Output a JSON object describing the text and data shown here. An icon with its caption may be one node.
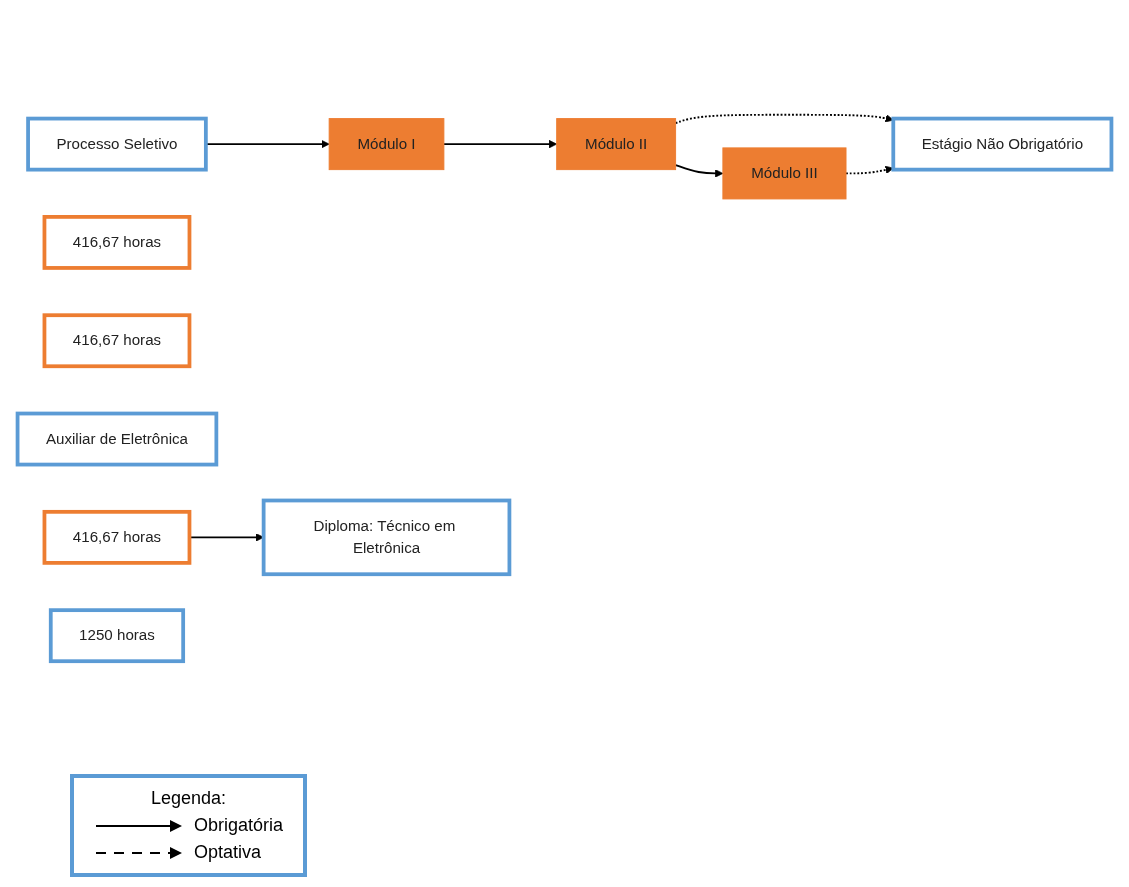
{
  "diagram": {
    "nodes": [
      {
        "text": [
          "Processo Seletivo"
        ]
      },
      {
        "text": [
          "Módulo I"
        ]
      },
      {
        "text": [
          "416,67 horas"
        ]
      },
      {
        "text": [
          "Módulo II"
        ]
      },
      {
        "text": [
          "416,67 horas"
        ]
      },
      {
        "text": [
          "Auxiliar de Eletrônica"
        ]
      },
      {
        "text": [
          "Estágio Não Obrigatório"
        ]
      },
      {
        "text": [
          "Módulo III"
        ]
      },
      {
        "text": [
          "416,67 horas"
        ]
      },
      {
        "text": [
          "Diploma: Técnico em Eletrônica"
        ]
      },
      {
        "text": [
          "1250 horas"
        ]
      }
    ],
    "edges": [
      {
        "from": 0,
        "to": 1,
        "arrow": "to"
      },
      {
        "from": 1,
        "to": 3,
        "arrow": "to"
      },
      {
        "from": 3,
        "to": 7,
        "arrow": "to"
      },
      {
        "from": 3,
        "to": 6,
        "arrow": "to",
        "style": "dashed"
      },
      {
        "from": 7,
        "to": 6,
        "arrow": "to",
        "style": "dashed"
      },
      {
        "from": 8,
        "to": 9,
        "arrow": "to"
      }
    ],
    "labels": [
      "Legenda:"
    ],
    "legend": [
      {
        "text": "Obrigatória"
      },
      {
        "text": "Optativa"
      }
    ]
  }
}
